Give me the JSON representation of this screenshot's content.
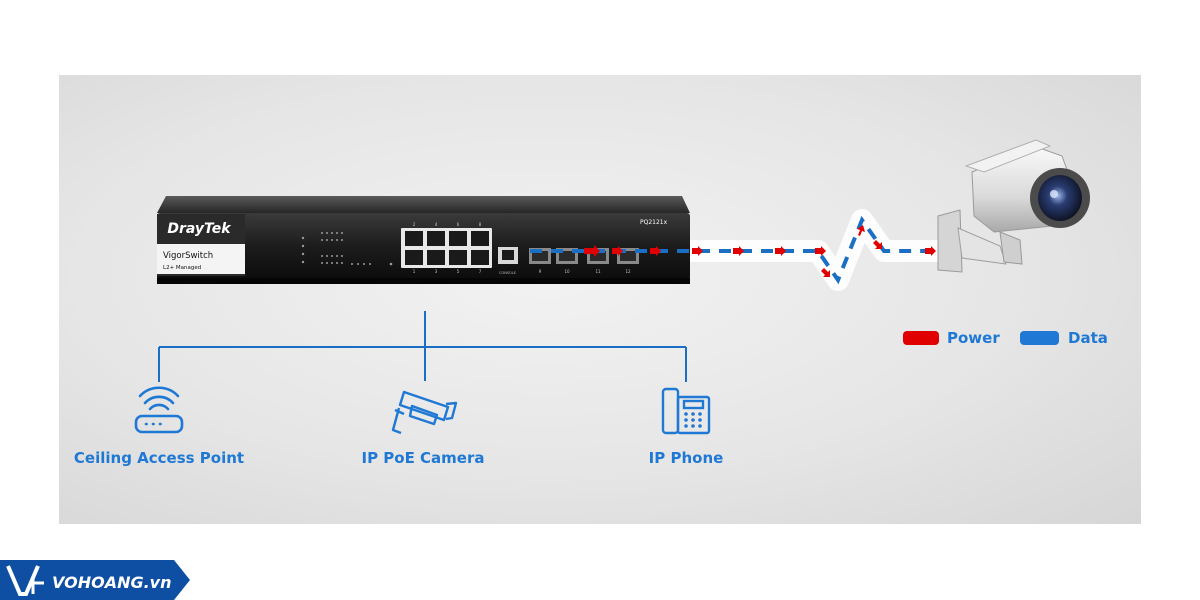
{
  "switch": {
    "brand": "DrayTek",
    "product": "VigorSwitch",
    "subtitle": "L2+ Managed",
    "model": "PQ2121x",
    "console_label": "CONSOLE",
    "port_numbers_top": [
      "2",
      "4",
      "6",
      "8"
    ],
    "port_numbers_bottom": [
      "1",
      "3",
      "5",
      "7"
    ],
    "sfp_numbers": [
      "9",
      "10",
      "11",
      "12"
    ]
  },
  "devices": [
    {
      "label": "Ceiling Access Point",
      "icon": "wifi-router-icon"
    },
    {
      "label": "IP PoE Camera",
      "icon": "security-camera-icon"
    },
    {
      "label": "IP Phone",
      "icon": "desk-phone-icon"
    }
  ],
  "legend": [
    {
      "label": "Power",
      "color": "#e00000"
    },
    {
      "label": "Data",
      "color": "#1e78d4"
    }
  ],
  "colors": {
    "accent_blue": "#1e78d4",
    "power_red": "#e00000",
    "line_blue": "#1a6fc4"
  },
  "brand": {
    "name": "VOHOANG.vn"
  }
}
